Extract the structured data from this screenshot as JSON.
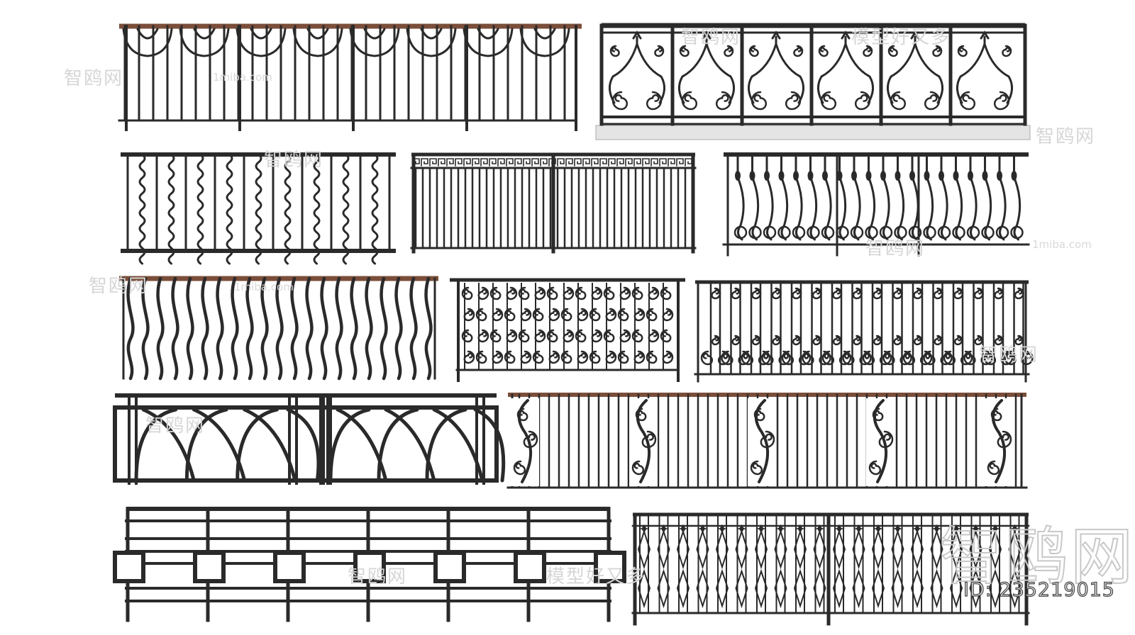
{
  "image_id": "ID: 235219015",
  "watermarks": {
    "brand_cn": "智鸥网",
    "slogan_cn": "模型好又多",
    "site": "1miba.com"
  },
  "colors": {
    "iron": "#2a2a2a",
    "handrail_wood": "#7a4e3a",
    "base_stone": "#e4e4e4",
    "watermark": "#d6d6d6"
  },
  "railings": [
    {
      "style": "arched-fan-top vertical bars",
      "handrail": "wood"
    },
    {
      "style": "baroque scroll panels",
      "handrail": "iron",
      "base": "stone"
    },
    {
      "style": "wavy balusters",
      "handrail": "iron"
    },
    {
      "style": "greek-key frieze with twisted bars",
      "handrail": "iron"
    },
    {
      "style": "bellied balusters with pineapple finials",
      "handrail": "iron"
    },
    {
      "style": "serpentine flat bars",
      "handrail": "wood"
    },
    {
      "style": "dense filigree scroll grille",
      "handrail": "iron"
    },
    {
      "style": "paired C-scroll bars",
      "handrail": "iron"
    },
    {
      "style": "gothic interlaced arches",
      "handrail": "iron"
    },
    {
      "style": "vertical bars with S-scroll inserts",
      "handrail": "wood"
    },
    {
      "style": "horizontal bars with square blocks",
      "handrail": "iron"
    },
    {
      "style": "diamond-star pickets",
      "handrail": "iron"
    }
  ]
}
